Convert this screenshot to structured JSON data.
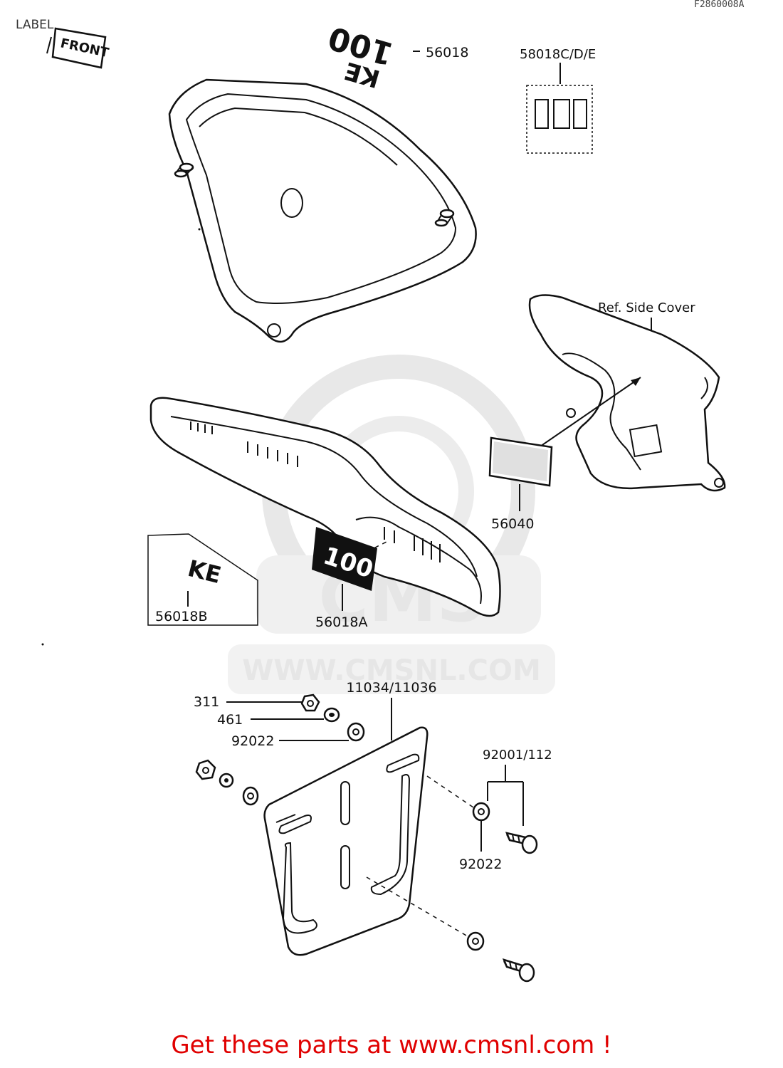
{
  "header": {
    "title": "LABEL",
    "code": "F2860008A"
  },
  "watermark": {
    "brand": "CMS",
    "url": "WWW.CMSNL.COM"
  },
  "decals": {
    "front": "FRONT",
    "ke": "KE",
    "model": "100"
  },
  "callouts": {
    "p56018": "56018",
    "p58018cde": "58018C/D/E",
    "ref_side_cover": "Ref. Side Cover",
    "p56040": "56040",
    "p56018b": "56018B",
    "p56018a": "56018A",
    "p11034": "11034/11036",
    "p311": "311",
    "p461": "461",
    "p92022_left": "92022",
    "p92001": "92001/112",
    "p92022_right": "92022"
  },
  "footer": {
    "text": "Get these parts at www.cmsnl.com !"
  },
  "colors": {
    "footer": "#e00000",
    "watermark": "#e6e6e6",
    "line": "#111111"
  }
}
